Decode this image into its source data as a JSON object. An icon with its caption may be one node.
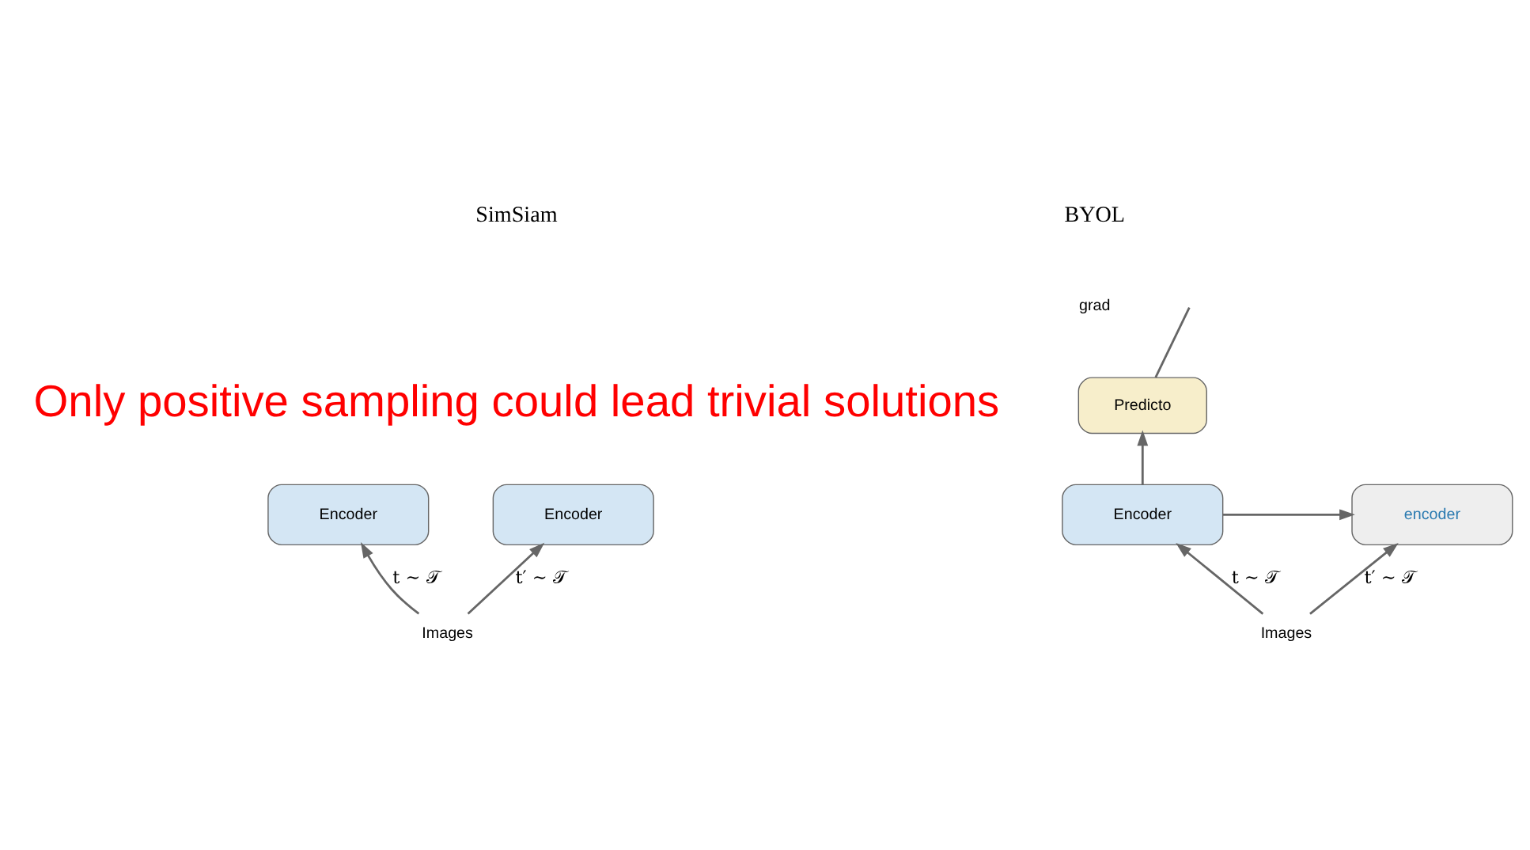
{
  "diagram": {
    "nodes": [
      {
        "text": [
          "Only positive sampling could lead trivial solutions"
        ]
      },
      {
        "text": [
          "Predicto"
        ]
      },
      {
        "text": [
          "Encoder"
        ]
      },
      {
        "text": [
          "encoder"
        ]
      },
      {
        "text": [
          "Images"
        ]
      },
      {
        "text": [
          "Encoder"
        ]
      },
      {
        "text": [
          "Encoder"
        ]
      },
      {
        "text": [
          "Images"
        ]
      }
    ],
    "edges": [
      {
        "from": 2,
        "to": 1,
        "arrow": "to"
      },
      {
        "from": 1,
        "to": null,
        "arrow": "none"
      },
      {
        "from": 2,
        "to": 3,
        "arrow": "to"
      },
      {
        "from": 4,
        "to": 2,
        "arrow": "to",
        "label": "t ∼ 𝒯"
      },
      {
        "from": 4,
        "to": 3,
        "arrow": "to",
        "label": "t′ ∼ 𝒯"
      },
      {
        "from": 7,
        "to": 5,
        "arrow": "to",
        "label": "t ∼ 𝒯"
      },
      {
        "from": 7,
        "to": 6,
        "arrow": "to",
        "label": "t′ ∼ 𝒯"
      }
    ],
    "labels": [
      "BYOL",
      "SimSiam",
      "grad"
    ]
  }
}
